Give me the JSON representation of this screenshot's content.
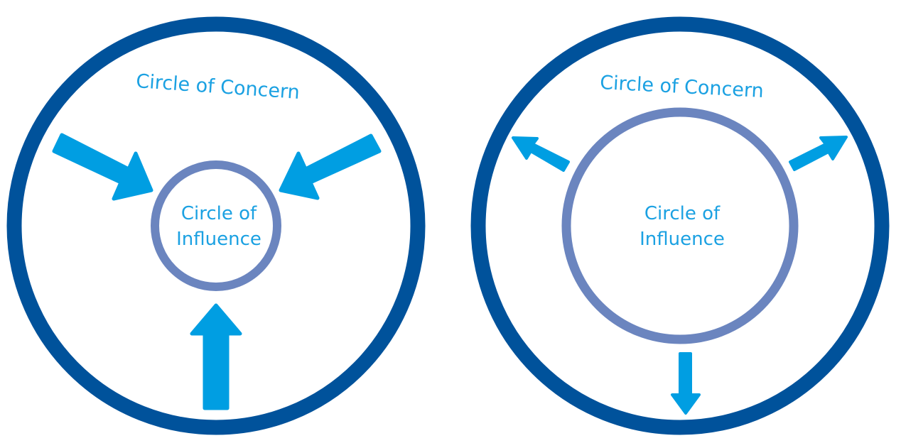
{
  "colors": {
    "concern_ring": "#00529B",
    "influence_ring": "#6B85BF",
    "arrow": "#009EE2",
    "label_text": "#1BA1E2",
    "background": "#FFFFFF"
  },
  "diagrams": [
    {
      "id": "shrinking",
      "concern_label": "Circle of Concern",
      "influence_label_line1": "Circle of",
      "influence_label_line2": "Influence",
      "arrow_direction": "inward"
    },
    {
      "id": "expanding",
      "concern_label": "Circle of Concern",
      "influence_label_line1": "Circle of",
      "influence_label_line2": "Influence",
      "arrow_direction": "outward"
    }
  ]
}
